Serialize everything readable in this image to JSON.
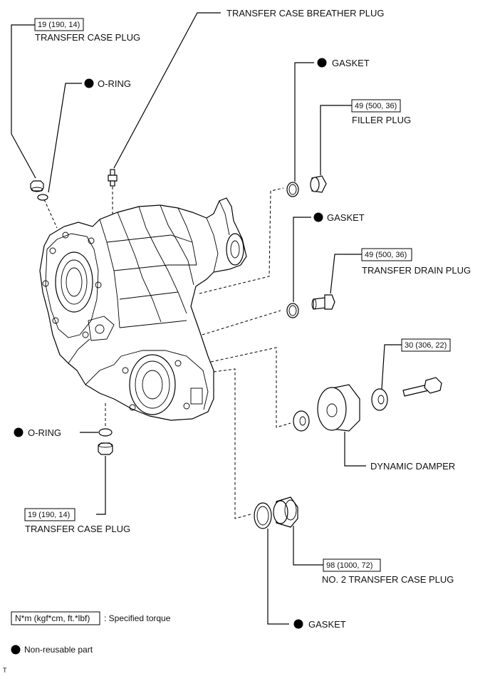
{
  "labels": {
    "breather_plug": "TRANSFER CASE BREATHER PLUG",
    "transfer_case_plug_top": "TRANSFER CASE PLUG",
    "o_ring_top": "O-RING",
    "gasket_filler": "GASKET",
    "filler_plug": "FILLER PLUG",
    "gasket_drain": "GASKET",
    "transfer_drain_plug": "TRANSFER DRAIN PLUG",
    "dynamic_damper": "DYNAMIC DAMPER",
    "o_ring_bottom": "O-RING",
    "transfer_case_plug_bottom": "TRANSFER CASE PLUG",
    "no2_transfer_case_plug": "NO. 2 TRANSFER CASE PLUG",
    "gasket_bottom": "GASKET"
  },
  "torques": {
    "transfer_case_plug_top": "19 (190, 14)",
    "filler_plug": "49 (500, 36)",
    "transfer_drain_plug": "49 (500, 36)",
    "damper_bolt": "30 (306, 22)",
    "transfer_case_plug_bottom": "19 (190, 14)",
    "no2_transfer_case_plug": "98 (1000, 72)"
  },
  "legend": {
    "torque_box": "N*m (kgf*cm, ft.*lbf)",
    "torque_desc": ": Specified torque",
    "nonreusable_desc": "Non-reusable part"
  },
  "corner_mark": "T",
  "colors": {
    "ink": "#000000",
    "background": "#ffffff"
  }
}
